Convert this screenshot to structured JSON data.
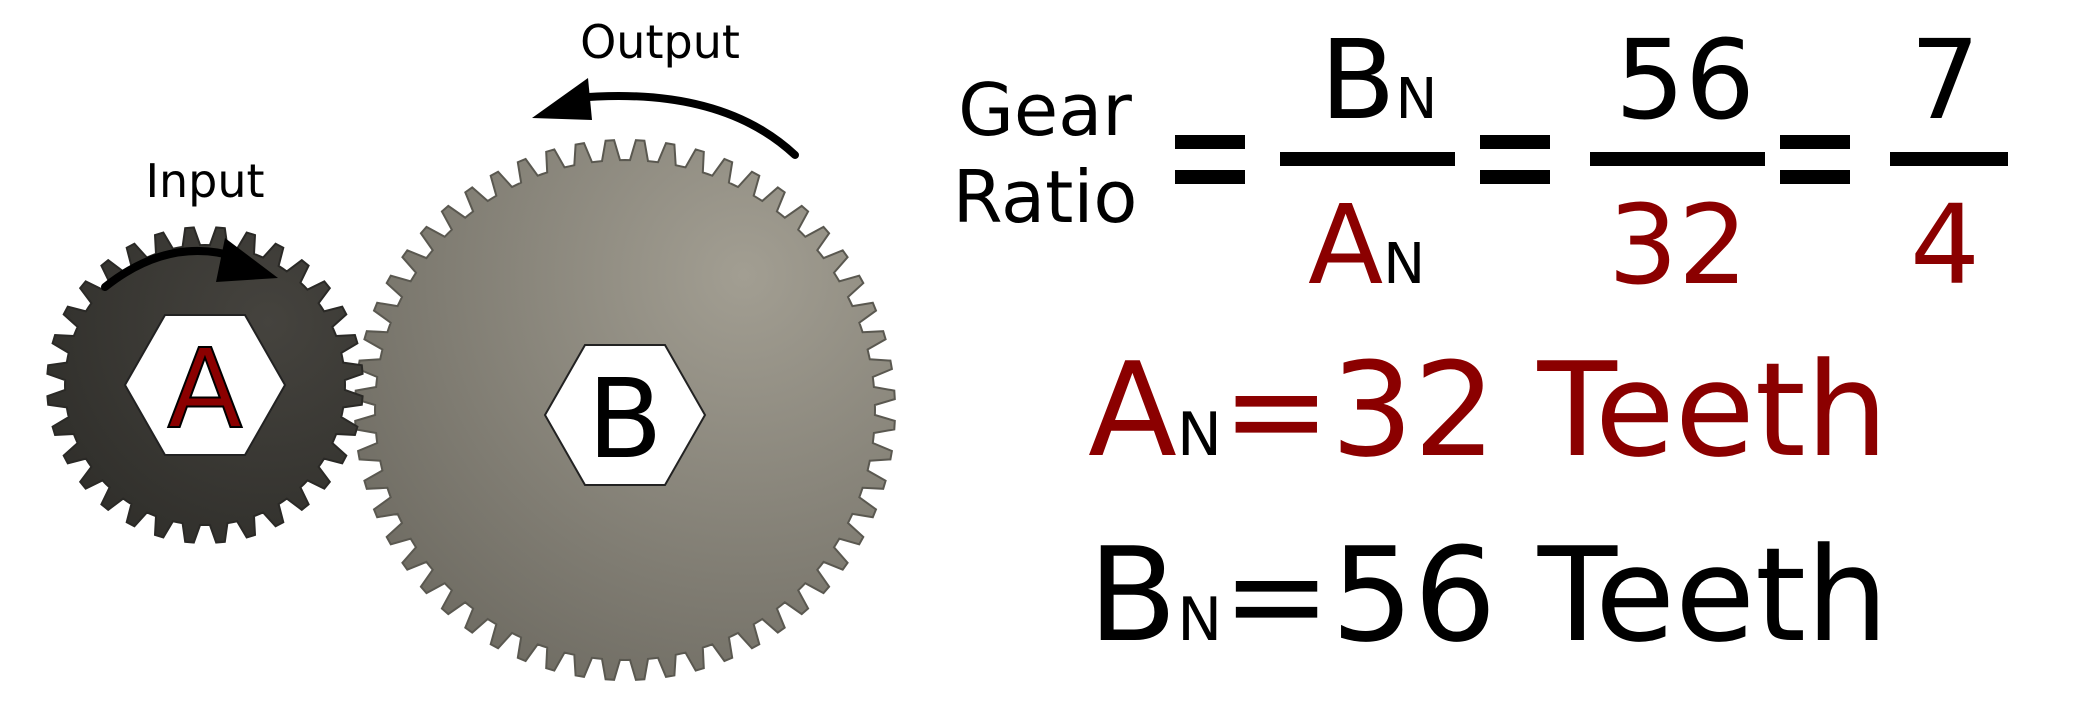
{
  "colors": {
    "red": "#8b0000",
    "black": "#000000",
    "gear_a": "#3c3a36",
    "gear_b": "#8d897e",
    "hex_fill": "#ffffff"
  },
  "gear_a": {
    "letter": "A",
    "teeth": 32,
    "label": "Input"
  },
  "gear_b": {
    "letter": "B",
    "teeth": 56,
    "label": "Output"
  },
  "formula": {
    "label_line1": "Gear",
    "label_line2": "Ratio",
    "eq": "=",
    "frac1_num_letter": "B",
    "frac1_num_sub": "N",
    "frac1_den_letter": "A",
    "frac1_den_sub": "N",
    "frac2_num": "56",
    "frac2_den": "32",
    "frac3_num": "7",
    "frac3_den": "4"
  },
  "teeth_a": {
    "letter": "A",
    "sub": "N",
    "eq": "=",
    "text": "32 Teeth"
  },
  "teeth_b": {
    "letter": "B",
    "sub": "N",
    "eq": "=",
    "text": "56 Teeth"
  }
}
